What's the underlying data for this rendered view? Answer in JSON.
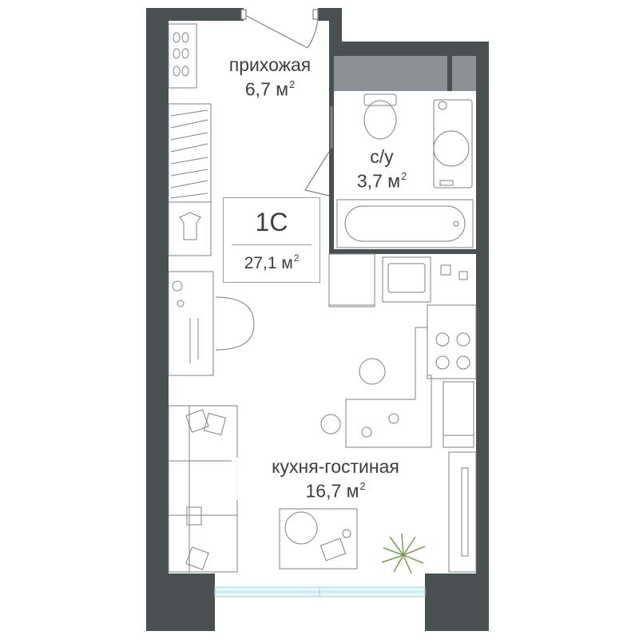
{
  "apartment": {
    "type": "1С",
    "total_area": "27,1 м",
    "unit_sup": "2"
  },
  "rooms": {
    "hall": {
      "name": "прихожая",
      "area": "6,7 м",
      "sup": "2"
    },
    "bathroom": {
      "name": "с/у",
      "area": "3,7 м",
      "sup": "2"
    },
    "living": {
      "name": "кухня-гостиная",
      "area": "16,7 м",
      "sup": "2"
    }
  },
  "colors": {
    "wall": "#4a4f52",
    "window": "#9fd4de",
    "line": "#7c8387",
    "text": "#3a3f42",
    "plant": "#7c9a54"
  }
}
